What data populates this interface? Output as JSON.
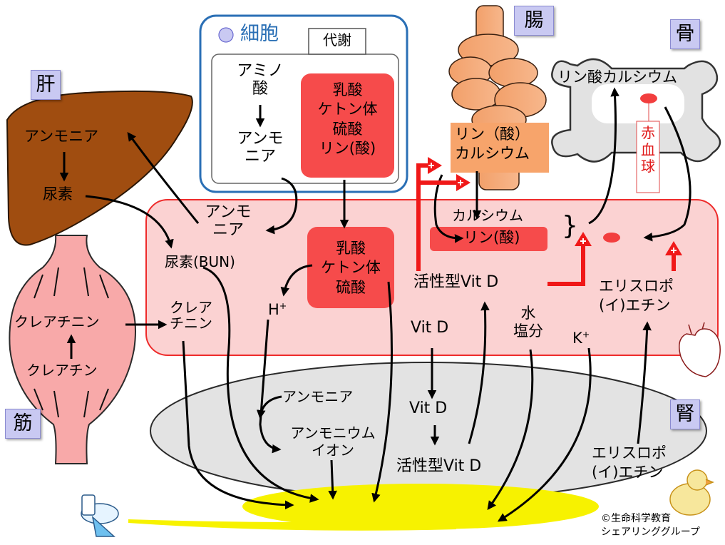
{
  "organ_tags": {
    "liver": "肝",
    "intestine": "腸",
    "bone": "骨",
    "kidney": "腎",
    "muscle": "筋"
  },
  "cell": {
    "title": "細胞",
    "metabolism_label": "代謝",
    "amino_acid": [
      "アミノ",
      "酸"
    ],
    "ammonia": [
      "アンモ",
      "ニア"
    ],
    "acids": [
      "乳酸",
      "ケトン体",
      "硫酸",
      "リン(酸)"
    ]
  },
  "liver": {
    "ammonia": "アンモニア",
    "urea": "尿素"
  },
  "muscle": {
    "creatinine": "クレアチニン",
    "creatine": "クレアチン"
  },
  "intestine": {
    "absorbed": [
      "リン（酸）",
      "カルシウム"
    ]
  },
  "bone": {
    "mineral": "リン酸カルシウム",
    "rbc": [
      "赤",
      "血",
      "球"
    ]
  },
  "blood": {
    "ammonia": [
      "アンモ",
      "ニア"
    ],
    "bun": "尿素(BUN)",
    "creatinine": [
      "クレア",
      "チニン"
    ],
    "acids": [
      "乳酸",
      "ケトン体",
      "硫酸"
    ],
    "hydrogen": "H",
    "hydrogen_charge": "+",
    "calcium": "カルシウム",
    "phosphate": "リン(酸)",
    "brace": "}",
    "active_vitd": "活性型Vit D",
    "vitd": "Vit D",
    "water_salt": [
      "水",
      "塩分"
    ],
    "potassium": "K",
    "potassium_charge": "+",
    "epo": [
      "エリスロポ",
      "(イ)エチン"
    ]
  },
  "kidney": {
    "ammonia": "アンモニア",
    "ammonium": [
      "アンモニウム",
      "イオン"
    ],
    "vitd": "Vit D",
    "active_vitd": "活性型Vit D",
    "epo": [
      "エリスロポ",
      "(イ)エチン"
    ]
  },
  "credit": [
    "©生命科学教育",
    "シェアリンググループ"
  ],
  "colors": {
    "blood_fill": "#fbd2d2",
    "blood_border": "#ee2b2b",
    "acid_red": "#f64b4b",
    "liver_brown": "#a04d10",
    "intestine_orange": "#f7a46b",
    "kidney_gray": "#e2e2e2",
    "urine_yellow": "#f7f200",
    "cell_border": "#2a6fb5",
    "tag_blue": "#c9c9f2"
  }
}
